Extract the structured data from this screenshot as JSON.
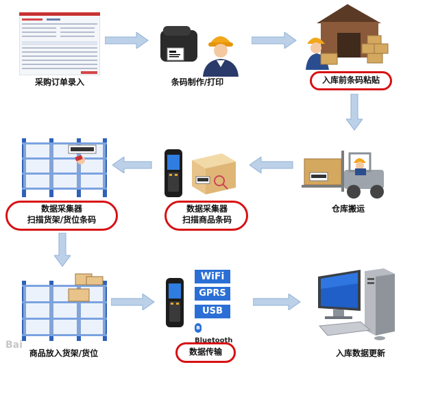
{
  "steps": {
    "po_entry": "采购订单录入",
    "barcode_print": "条码制作/打印",
    "label_before_inbound": "入库前条码粘贴",
    "warehouse_move": "仓库搬运",
    "collector_scan_goods_line1": "数据采集器",
    "collector_scan_goods_line2": "扫描商品条码",
    "collector_scan_shelf_line1": "数据采集器",
    "collector_scan_shelf_line2": "扫描货架/货位条码",
    "goods_to_shelf": "商品放入货架/货位",
    "data_transfer": "数据传输",
    "inbound_data_update": "入库数据更新"
  },
  "transfer_badges": [
    "WiFi",
    "GPRS",
    "USB",
    "Bluetooth"
  ],
  "watermark": "Bai",
  "colors": {
    "arrow": "#bcd0e8",
    "arrow_stroke": "#8fb0d6",
    "highlight": "#d80f12",
    "shelf_blue": "#2e62b8",
    "badge_blue": "#2b6fd6"
  }
}
